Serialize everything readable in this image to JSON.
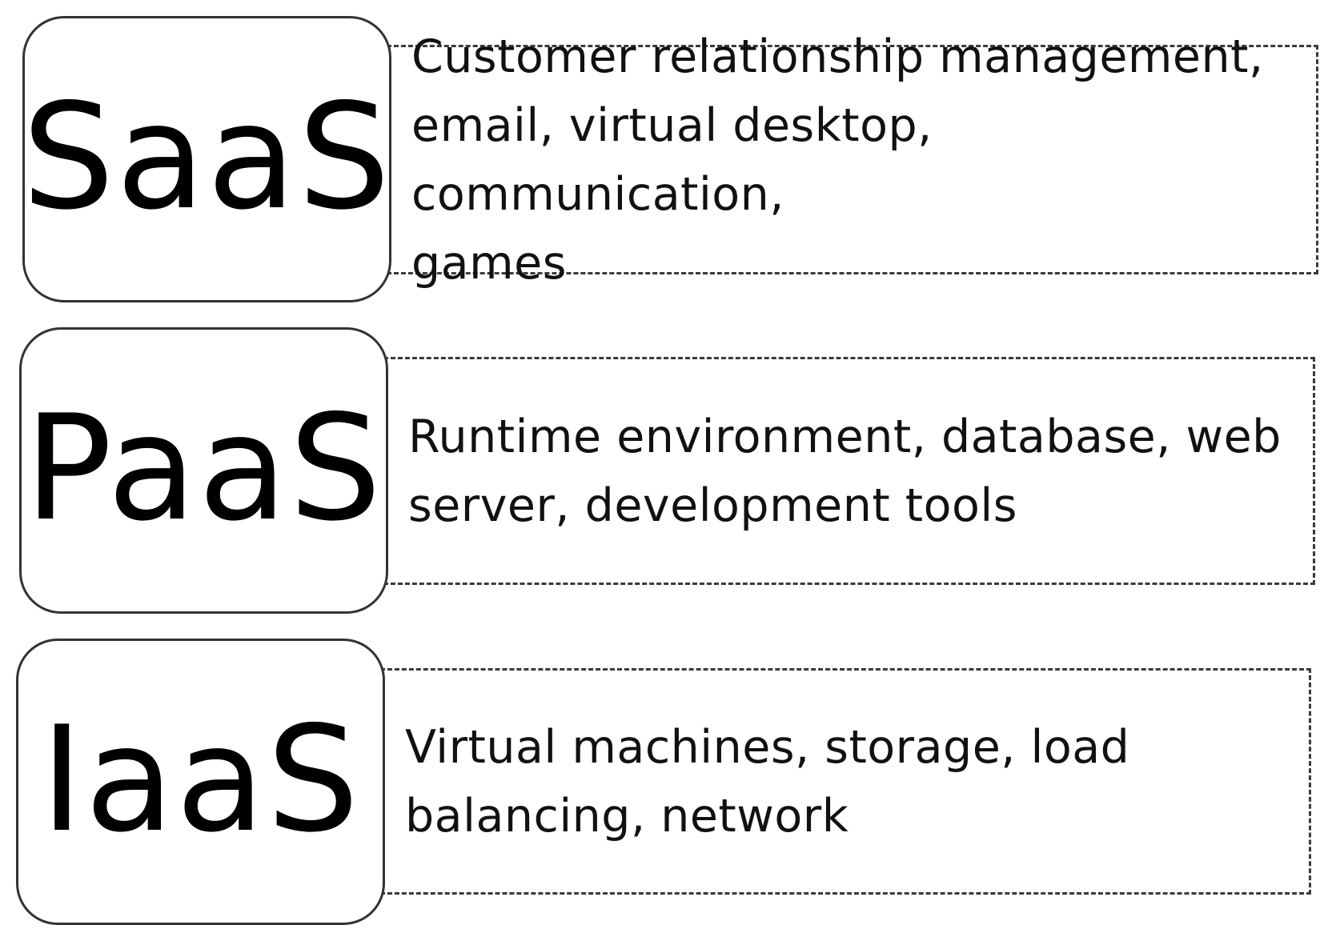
{
  "layers": [
    {
      "label": "SaaS",
      "description": "Customer relationship management,\nemail, virtual desktop, communication,\ngames"
    },
    {
      "label": "PaaS",
      "description": "Runtime environment, database, web\nserver, development tools"
    },
    {
      "label": "IaaS",
      "description": "Virtual machines, storage, load\nbalancing, network"
    }
  ]
}
